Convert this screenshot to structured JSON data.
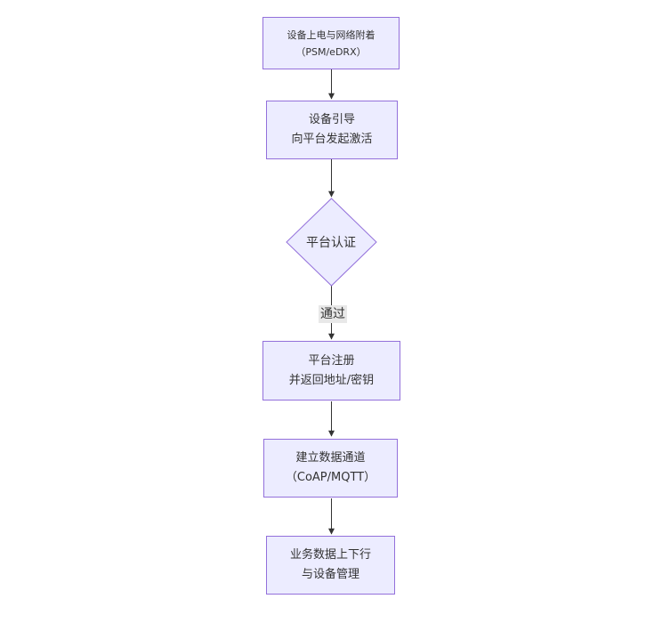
{
  "diagram": {
    "type": "flowchart",
    "direction": "top-down",
    "colors": {
      "background": "#ffffff",
      "node_fill": "#ECECFF",
      "node_border": "#9370DB",
      "edge_line": "#333333",
      "arrowhead": "#333333",
      "edge_label_bg": "#e8e8e8",
      "text": "#333333"
    },
    "nodes": [
      {
        "id": "power-attach",
        "shape": "rect",
        "lines": [
          "设备上电与网络附着",
          "（PSM/eDRX）"
        ]
      },
      {
        "id": "bootstrap",
        "shape": "rect",
        "lines": [
          "设备引导",
          "向平台发起激活"
        ]
      },
      {
        "id": "platform-auth",
        "shape": "diamond",
        "lines": [
          "平台认证"
        ]
      },
      {
        "id": "platform-register",
        "shape": "rect",
        "lines": [
          "平台注册",
          "并返回地址/密钥"
        ]
      },
      {
        "id": "data-channel",
        "shape": "rect",
        "lines": [
          "建立数据通道",
          "（CoAP/MQTT）"
        ]
      },
      {
        "id": "business-data",
        "shape": "rect",
        "lines": [
          "业务数据上下行",
          "与设备管理"
        ]
      }
    ],
    "edges": [
      {
        "from": "power-attach",
        "to": "bootstrap"
      },
      {
        "from": "bootstrap",
        "to": "platform-auth"
      },
      {
        "from": "platform-auth",
        "to": "platform-register",
        "label": "通过"
      },
      {
        "from": "platform-register",
        "to": "data-channel"
      },
      {
        "from": "data-channel",
        "to": "business-data"
      }
    ]
  }
}
